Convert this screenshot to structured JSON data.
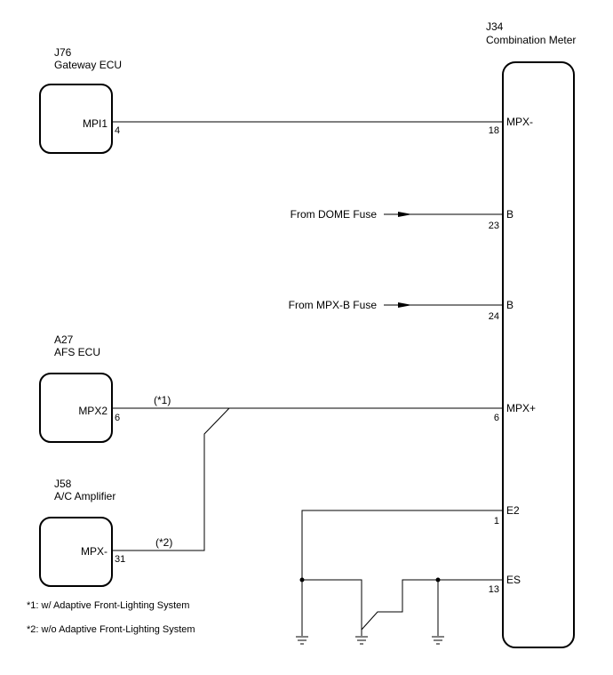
{
  "components": {
    "gateway": {
      "code": "J76",
      "name": "Gateway ECU",
      "terminal": "MPI1",
      "pin": "4"
    },
    "afs": {
      "code": "A27",
      "name": "AFS ECU",
      "terminal": "MPX2",
      "pin": "6"
    },
    "ac": {
      "code": "J58",
      "name": "A/C Amplifier",
      "terminal": "MPX-",
      "pin": "31"
    },
    "meter": {
      "code": "J34",
      "name": "Combination Meter",
      "terminals": [
        {
          "label": "MPX-",
          "pin": "18"
        },
        {
          "label": "B",
          "pin": "23"
        },
        {
          "label": "B",
          "pin": "24"
        },
        {
          "label": "MPX+",
          "pin": "6"
        },
        {
          "label": "E2",
          "pin": "1"
        },
        {
          "label": "ES",
          "pin": "13"
        }
      ]
    }
  },
  "sources": {
    "dome": "From DOME Fuse",
    "mpxb": "From MPX-B Fuse"
  },
  "wire_tags": {
    "afs": "(*1)",
    "ac": "(*2)"
  },
  "notes": [
    "*1: w/ Adaptive Front-Lighting System",
    "*2: w/o Adaptive Front-Lighting System"
  ]
}
